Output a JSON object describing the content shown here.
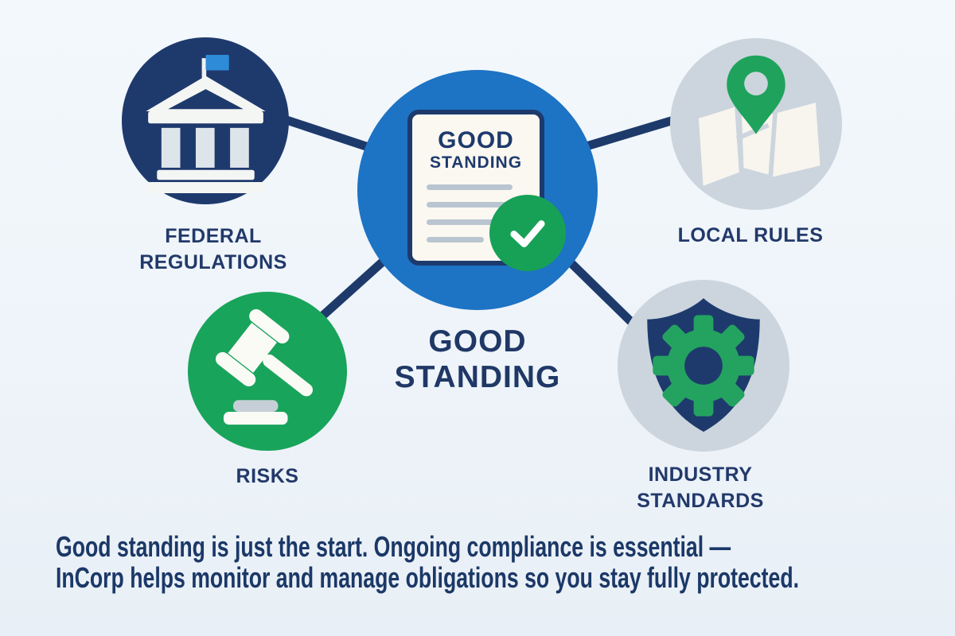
{
  "diagram": {
    "center": {
      "id": "good-standing",
      "document_title_lines": [
        "GOOD",
        "STANDING"
      ],
      "label_lines": [
        "GOOD",
        "STANDING"
      ],
      "badge": "checkmark"
    },
    "nodes": [
      {
        "id": "federal-regulations",
        "icon": "bank-icon",
        "label_lines": [
          "FEDERAL",
          "REGULATIONS"
        ]
      },
      {
        "id": "local-rules",
        "icon": "map-pin-icon",
        "label_lines": [
          "LOCAL RULES"
        ]
      },
      {
        "id": "risks",
        "icon": "gavel-icon",
        "label_lines": [
          "RISKS"
        ]
      },
      {
        "id": "industry-standards",
        "icon": "shield-gear-icon",
        "label_lines": [
          "INDUSTRY",
          "STANDARDS"
        ]
      }
    ],
    "footer_lines": [
      "Good standing is just the start. Ongoing compliance is essential —",
      "InCorp helps monitor and manage obligations so you stay fully protected."
    ]
  },
  "colors": {
    "background": "#eef4f9",
    "navy": "#1e3a6d",
    "connector_navy": "#1d3a6b",
    "center_blue": "#1d73c4",
    "green": "#19a45b",
    "check_green": "#16a157",
    "light_gray_circle": "#ccd5dd",
    "text_navy": "#22396a",
    "document_bg": "#fbf8f1",
    "flag_blue": "#2e8bd8"
  }
}
